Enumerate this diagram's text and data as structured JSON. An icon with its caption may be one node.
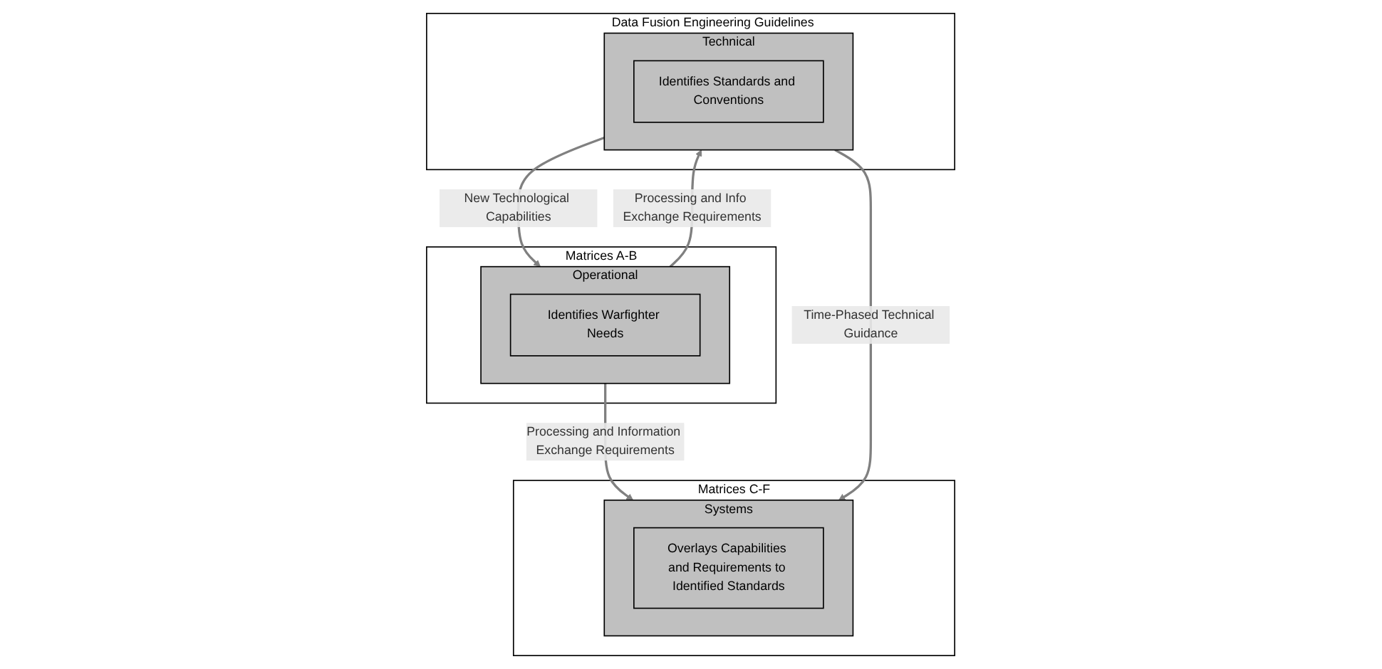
{
  "diagram": {
    "nodes": [
      {
        "text": [
          "Matrices A-B"
        ]
      },
      {
        "text": [
          "Operational"
        ],
        "in": 0
      },
      {
        "text": [
          "Identifies Warfighter Needs"
        ],
        "in": 1
      },
      {
        "text": [
          "Data Fusion Engineering Guidelines"
        ]
      },
      {
        "text": [
          "Technical"
        ],
        "in": 3
      },
      {
        "text": [
          "Identifies Standards and Conventions"
        ],
        "in": 4
      },
      {
        "text": [
          "Matrices C-F"
        ]
      },
      {
        "text": [
          "Systems"
        ],
        "in": 6
      },
      {
        "text": [
          "Overlays Capabilities and Requirements to Identified Standards"
        ],
        "in": 7
      }
    ],
    "edges": [
      {
        "from": 1,
        "to": 4,
        "arrow": "to",
        "label": "Processing and Info Exchange Requirements"
      },
      {
        "from": 4,
        "to": 1,
        "arrow": "to",
        "label": "New Technological Capabilities"
      },
      {
        "from": 1,
        "to": 7,
        "arrow": "to",
        "label": "Processing and Information Exchange Requirements"
      },
      {
        "from": 4,
        "to": 7,
        "arrow": "to",
        "label": "Time-Phased Technical Guidance"
      }
    ]
  }
}
